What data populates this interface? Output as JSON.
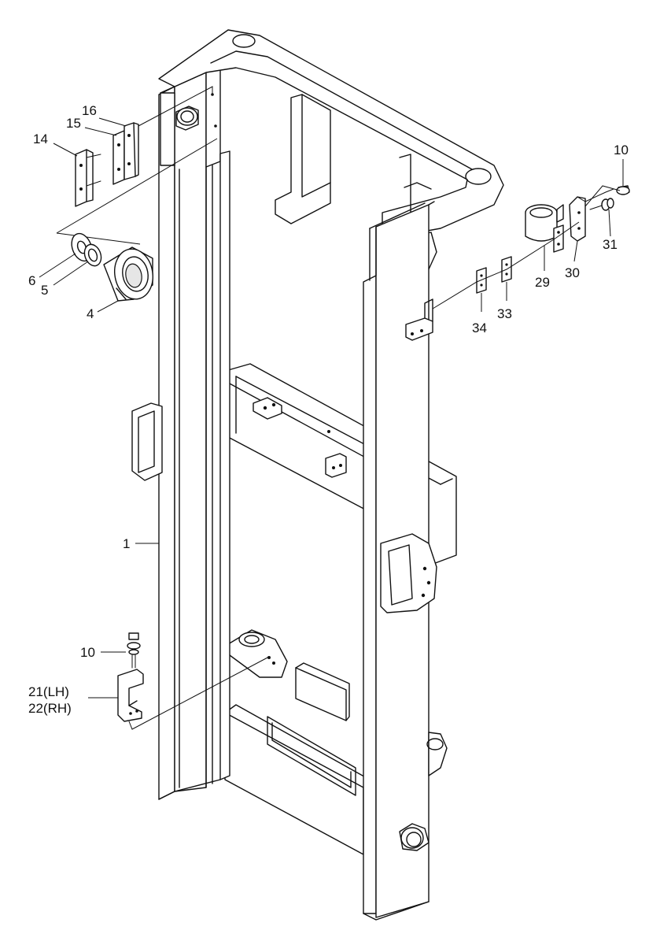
{
  "diagram": {
    "labels": {
      "p1": "1",
      "p4": "4",
      "p5": "5",
      "p6": "6",
      "p10_top": "10",
      "p10_bottom": "10",
      "p14": "14",
      "p15": "15",
      "p16": "16",
      "p21": "21(LH)",
      "p22": "22(RH)",
      "p29": "29",
      "p30": "30",
      "p31": "31",
      "p33": "33",
      "p34": "34"
    }
  }
}
